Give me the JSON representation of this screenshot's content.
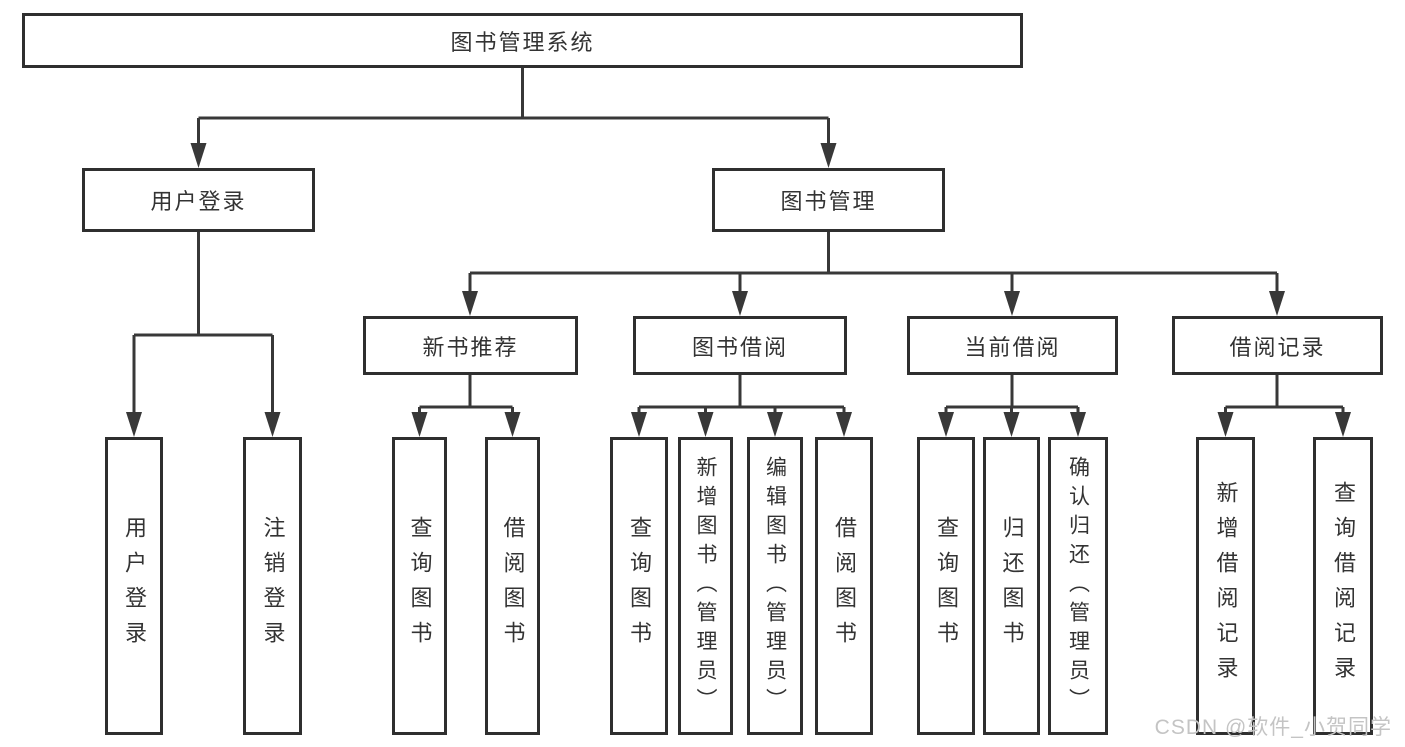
{
  "tree": {
    "label": "图书管理系统",
    "children": [
      {
        "label": "用户登录",
        "children": [
          {
            "label": "用户登录"
          },
          {
            "label": "注销登录"
          }
        ]
      },
      {
        "label": "图书管理",
        "children": [
          {
            "label": "新书推荐",
            "children": [
              {
                "label": "查询图书"
              },
              {
                "label": "借阅图书"
              }
            ]
          },
          {
            "label": "图书借阅",
            "children": [
              {
                "label": "查询图书"
              },
              {
                "label": "新增图书（管理员）"
              },
              {
                "label": "编辑图书（管理员）"
              },
              {
                "label": "借阅图书"
              }
            ]
          },
          {
            "label": "当前借阅",
            "children": [
              {
                "label": "查询图书"
              },
              {
                "label": "归还图书"
              },
              {
                "label": "确认归还（管理员）"
              }
            ]
          },
          {
            "label": "借阅记录",
            "children": [
              {
                "label": "新增借阅记录"
              },
              {
                "label": "查询借阅记录"
              }
            ]
          }
        ]
      }
    ]
  },
  "watermark": {
    "text": "CSDN @软件_小贺同学"
  },
  "colors": {
    "line": "#383838",
    "box_border": "#2f2f2f",
    "text": "#333333",
    "watermark": "#c4c4c4",
    "background": "#ffffff"
  }
}
